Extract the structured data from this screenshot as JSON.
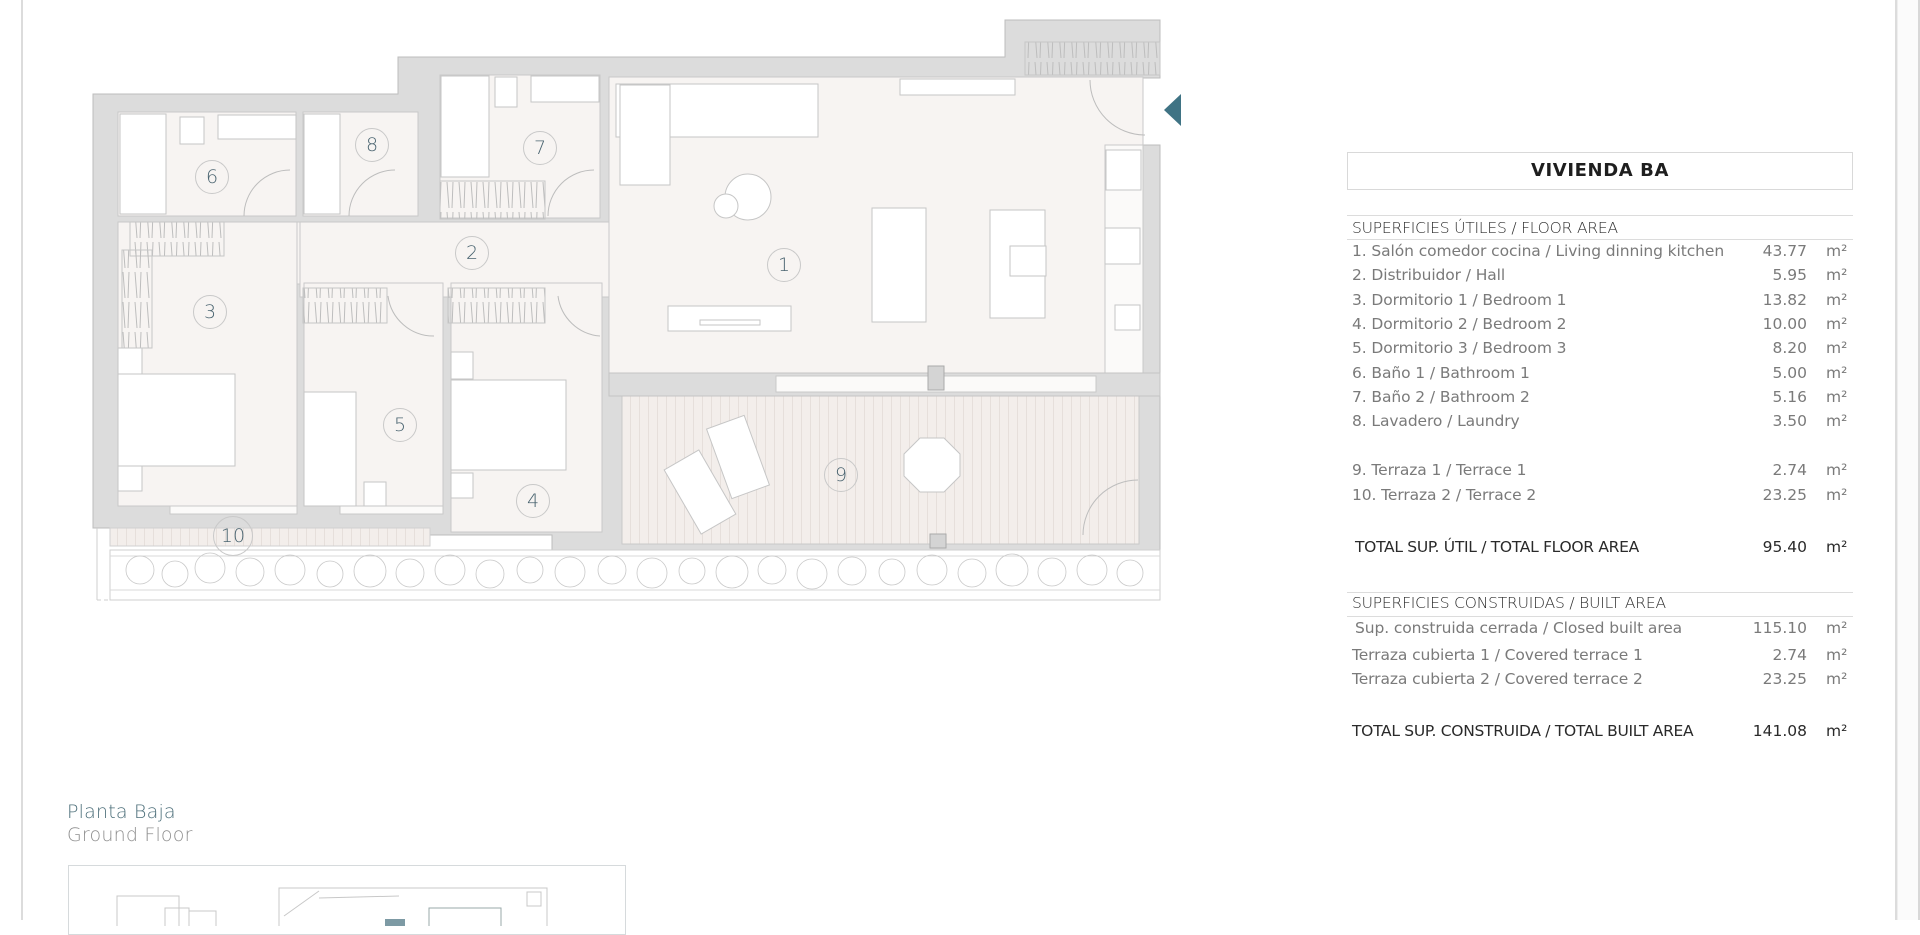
{
  "unit_title": "VIVIENDA BA",
  "floor_area": {
    "heading": "SUPERFICIES ÚTILES / FLOOR AREA",
    "rows": [
      {
        "label": "1. Salón comedor cocina / Living dinning kitchen",
        "value": "43.77",
        "unit": "m²"
      },
      {
        "label": "2. Distribuidor / Hall",
        "value": "5.95",
        "unit": "m²"
      },
      {
        "label": "3. Dormitorio 1 / Bedroom 1",
        "value": "13.82",
        "unit": "m²"
      },
      {
        "label": "4. Dormitorio 2 / Bedroom 2",
        "value": "10.00",
        "unit": "m²"
      },
      {
        "label": "5. Dormitorio 3 / Bedroom 3",
        "value": "8.20",
        "unit": "m²"
      },
      {
        "label": "6. Baño 1 / Bathroom 1",
        "value": "5.00",
        "unit": "m²"
      },
      {
        "label": "7. Baño 2 / Bathroom 2",
        "value": "5.16",
        "unit": "m²"
      },
      {
        "label": "8. Lavadero / Laundry",
        "value": "3.50",
        "unit": "m²"
      }
    ],
    "terraces": [
      {
        "label": "9. Terraza 1 / Terrace 1",
        "value": "2.74",
        "unit": "m²"
      },
      {
        "label": "10. Terraza 2 / Terrace 2",
        "value": "23.25",
        "unit": "m²"
      }
    ],
    "total": {
      "label": "TOTAL SUP. ÚTIL / TOTAL FLOOR AREA",
      "value": "95.40",
      "unit": "m²"
    }
  },
  "built_area": {
    "heading": "SUPERFICIES CONSTRUIDAS / BUILT AREA",
    "rows": [
      {
        "label": "Sup. construida cerrada / Closed built area",
        "value": "115.10",
        "unit": "m²"
      },
      {
        "label": "Terraza cubierta 1 / Covered terrace 1",
        "value": "2.74",
        "unit": "m²"
      },
      {
        "label": "Terraza cubierta 2 / Covered terrace 2",
        "value": "23.25",
        "unit": "m²"
      }
    ],
    "total": {
      "label": "TOTAL SUP. CONSTRUIDA /  TOTAL BUILT AREA",
      "value": "141.08",
      "unit": "m²"
    }
  },
  "floor_caption": {
    "spanish": "Planta Baja",
    "english": "Ground Floor"
  },
  "plan": {
    "room_labels": [
      "1",
      "2",
      "3",
      "4",
      "5",
      "6",
      "7",
      "8",
      "9",
      "10"
    ],
    "entrance_icon": "entrance-arrow-icon",
    "accent_color": "#3f7384",
    "wall_color": "#dcdcdc",
    "floor_color": "#f7f4f2"
  }
}
